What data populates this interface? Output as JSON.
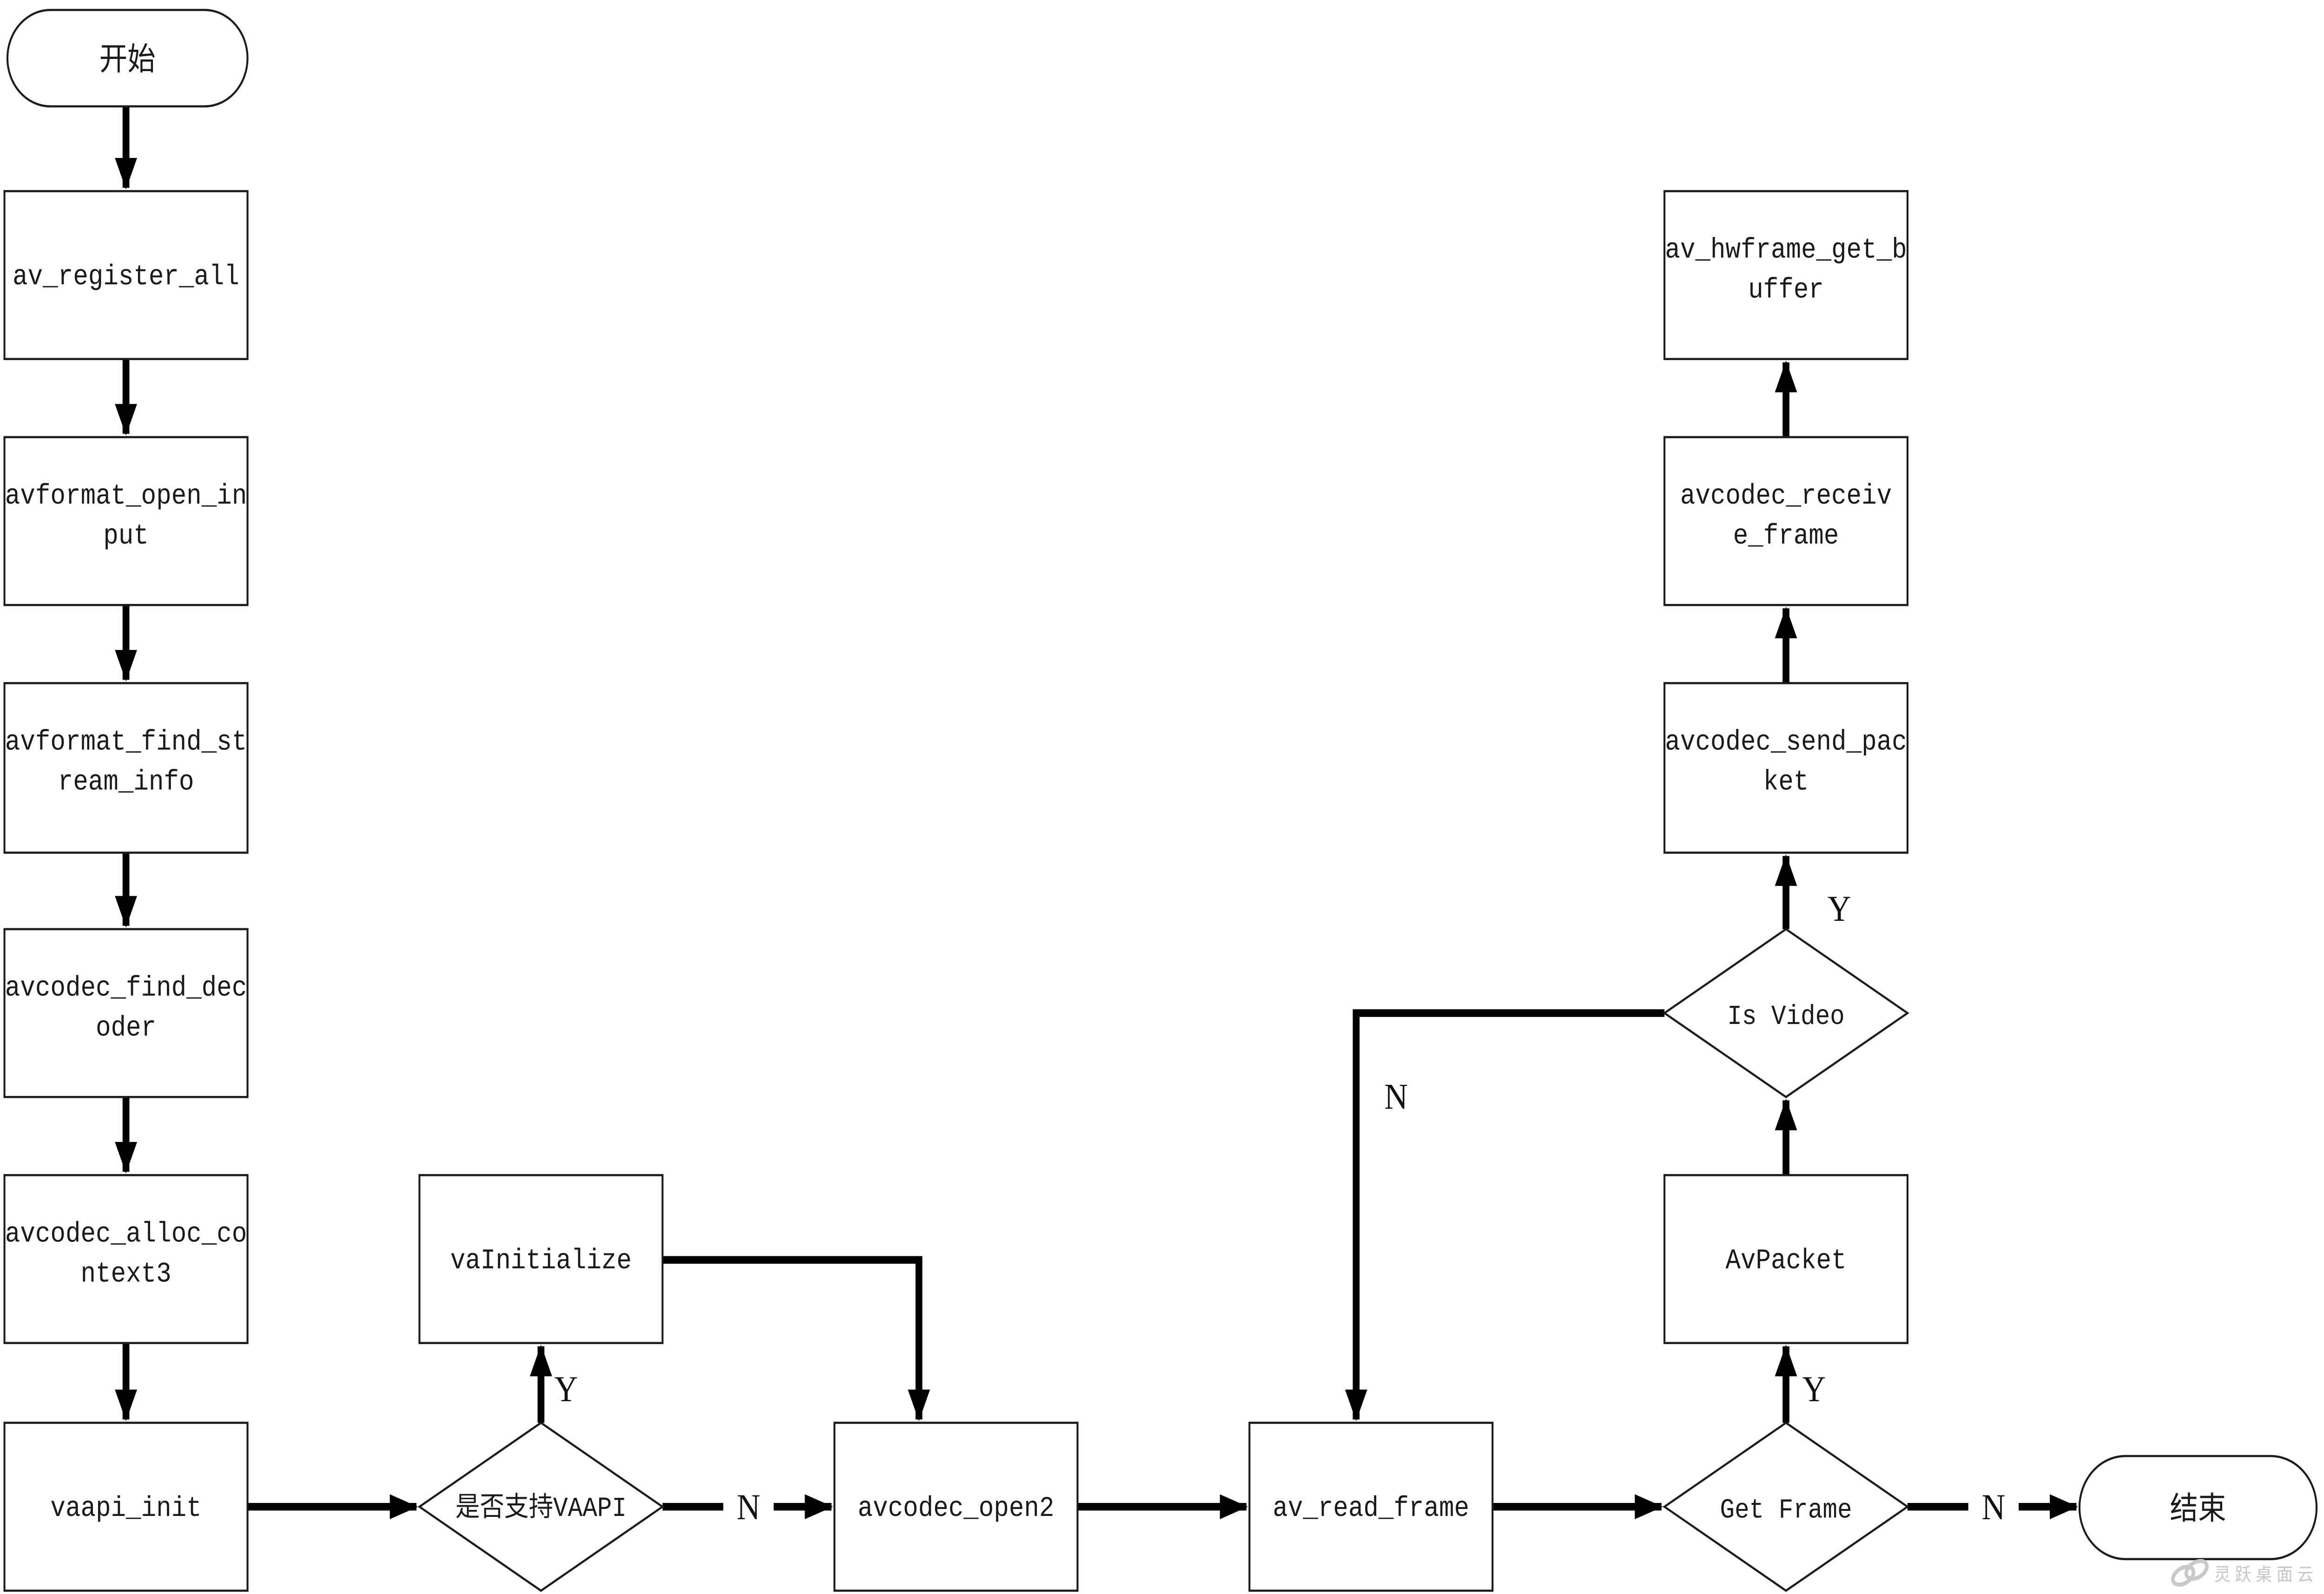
{
  "flowchart": {
    "nodes": {
      "start": {
        "label": "开始"
      },
      "av_register_all": {
        "lines": [
          "av_register_all"
        ]
      },
      "avformat_open_input": {
        "lines": [
          "avformat_open_in",
          "put"
        ]
      },
      "avformat_find_stream_info": {
        "lines": [
          "avformat_find_st",
          "ream_info"
        ]
      },
      "avcodec_find_decoder": {
        "lines": [
          "avcodec_find_dec",
          "oder"
        ]
      },
      "avcodec_alloc_context3": {
        "lines": [
          "avcodec_alloc_co",
          "ntext3"
        ]
      },
      "vaapi_init": {
        "lines": [
          "vaapi_init"
        ]
      },
      "vaapi_supported": {
        "label": "是否支持VAAPI"
      },
      "va_initialize": {
        "lines": [
          "vaInitialize"
        ]
      },
      "avcodec_open2": {
        "lines": [
          "avcodec_open2"
        ]
      },
      "av_read_frame": {
        "lines": [
          "av_read_frame"
        ]
      },
      "get_frame": {
        "label": "Get Frame"
      },
      "end": {
        "label": "结束"
      },
      "av_packet": {
        "lines": [
          "AvPacket"
        ]
      },
      "is_video": {
        "label": "Is Video"
      },
      "avcodec_send_packet": {
        "lines": [
          "avcodec_send_pac",
          "ket"
        ]
      },
      "avcodec_receive_frame": {
        "lines": [
          "avcodec_receiv",
          "e_frame"
        ]
      },
      "av_hwframe_get_buffer": {
        "lines": [
          "av_hwframe_get_b",
          "uffer"
        ]
      }
    },
    "edge_labels": {
      "yes": "Y",
      "no": "N"
    },
    "watermark": {
      "text": "灵跃桌面云"
    },
    "colors": {
      "line": "#000000",
      "shape_border": "#1c1c1c",
      "background": "#ffffff",
      "watermark": "#c6c6c6"
    }
  }
}
